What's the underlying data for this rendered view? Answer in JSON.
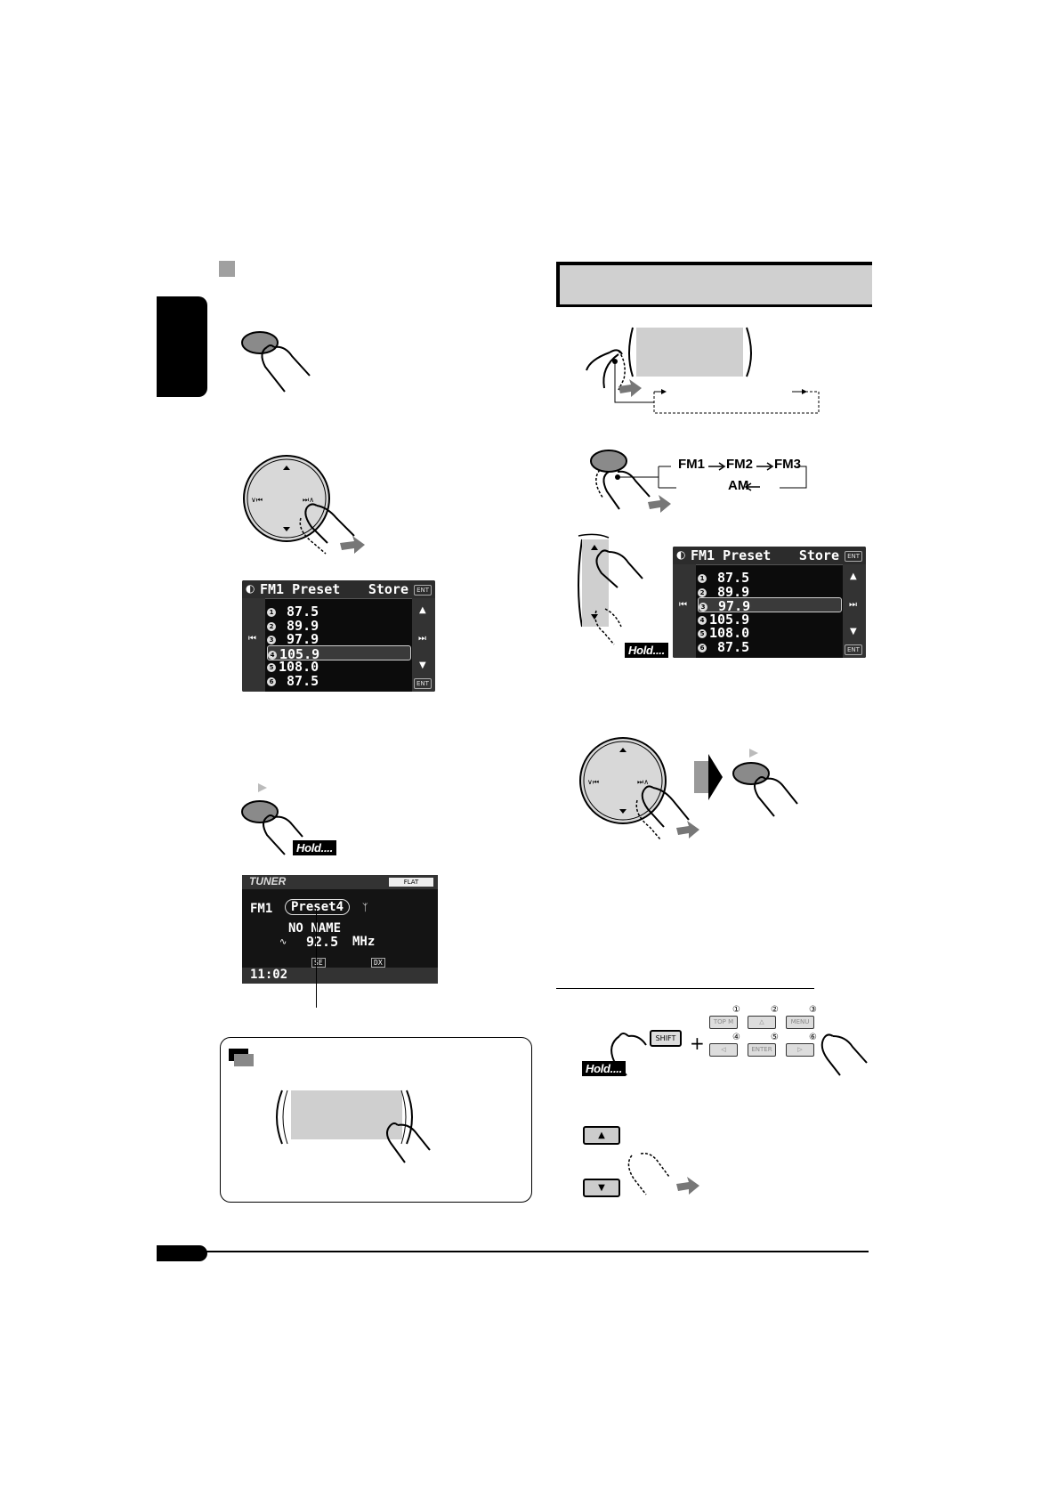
{
  "left": {
    "preset_screen": {
      "title": "FM1 Preset",
      "store": "Store",
      "ent": "ENT",
      "items": [
        {
          "n": "1",
          "freq": " 87.5"
        },
        {
          "n": "2",
          "freq": " 89.9"
        },
        {
          "n": "3",
          "freq": " 97.9"
        },
        {
          "n": "4",
          "freq": "105.9"
        },
        {
          "n": "5",
          "freq": "108.0"
        },
        {
          "n": "6",
          "freq": " 87.5"
        }
      ],
      "selected_index": 3
    },
    "hold_label": "Hold....",
    "tuner_screen": {
      "source": "TUNER",
      "eq": "FLAT",
      "band": "FM1",
      "preset": "Preset4",
      "name": "NO NAME",
      "freq": "92.5",
      "unit": "MHz",
      "indicator_1": "SE",
      "indicator_2": "DX",
      "clock": "11:02"
    }
  },
  "right": {
    "band_cycle": [
      "FM1",
      "FM2",
      "FM3",
      "AM"
    ],
    "preset_screen": {
      "title": "FM1 Preset",
      "store": "Store",
      "ent": "ENT",
      "items": [
        {
          "n": "1",
          "freq": " 87.5"
        },
        {
          "n": "2",
          "freq": " 89.9"
        },
        {
          "n": "3",
          "freq": " 97.9"
        },
        {
          "n": "4",
          "freq": "105.9"
        },
        {
          "n": "5",
          "freq": "108.0"
        },
        {
          "n": "6",
          "freq": " 87.5"
        }
      ],
      "selected_index": 2
    },
    "hold_label_1": "Hold....",
    "hold_label_2": "Hold....",
    "remote": {
      "shift": "SHIFT",
      "plus": "+",
      "keys": [
        {
          "num": "①",
          "label": "TOP M"
        },
        {
          "num": "②",
          "label": "△"
        },
        {
          "num": "③",
          "label": "MENU"
        },
        {
          "num": "④",
          "label": "◁"
        },
        {
          "num": "⑤",
          "label": "ENTER"
        },
        {
          "num": "⑥",
          "label": "▷"
        }
      ]
    },
    "up_key": "▲",
    "down_key": "▼"
  },
  "colors": {
    "button_gray": "#8a8a8a",
    "panel_gray": "#cfcfcf",
    "screen_bg": "#0c0c0c"
  }
}
